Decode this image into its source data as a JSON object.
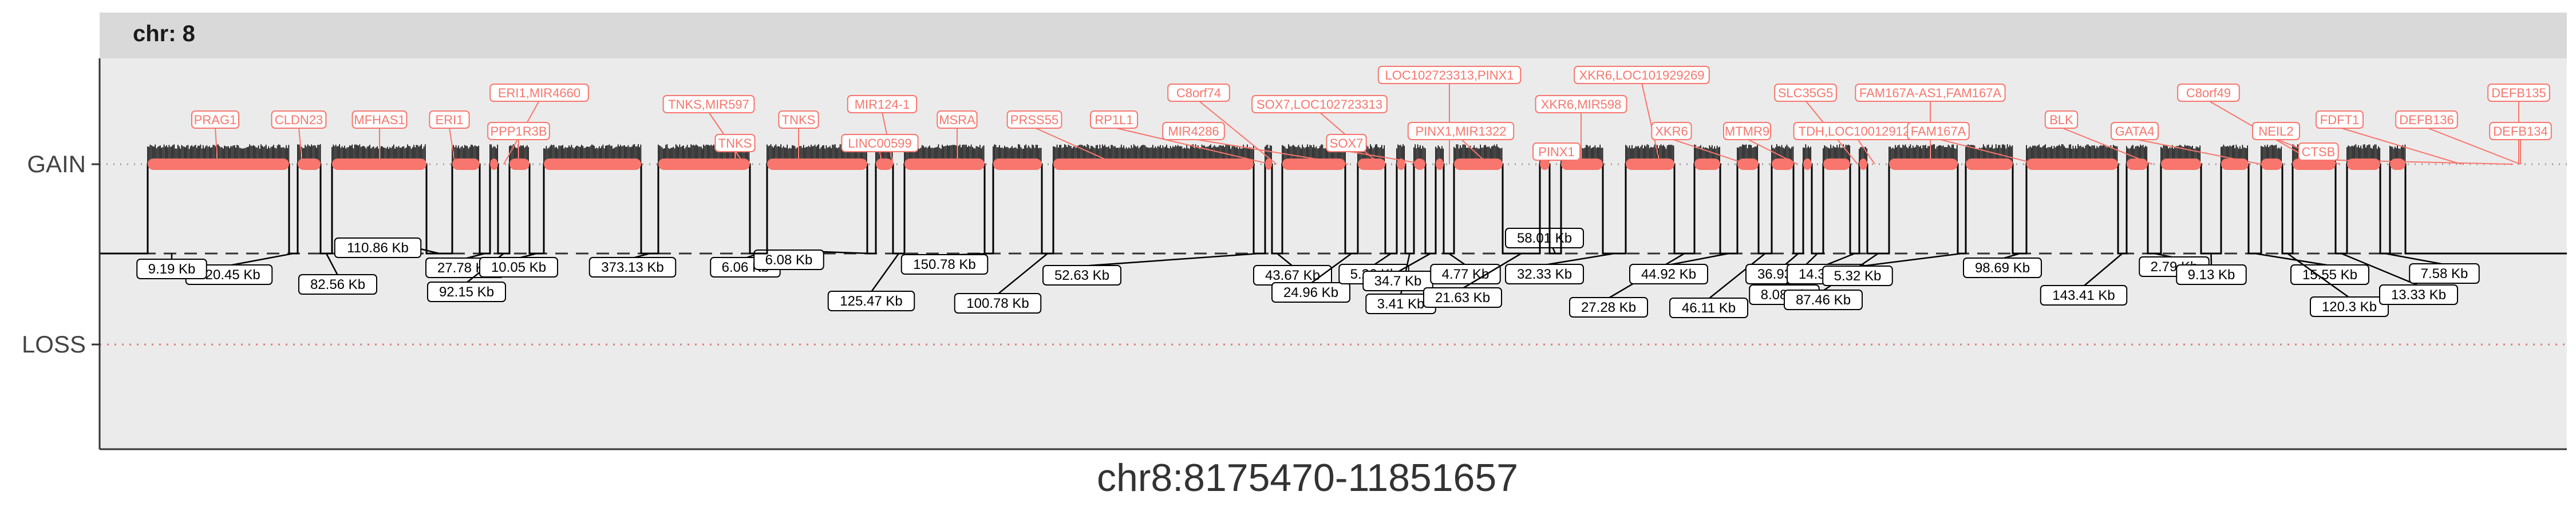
{
  "chart_data": {
    "type": "genome_track",
    "facet_label": "chr: 8",
    "xlabel": "chr8:8175470-11851657",
    "y_levels": [
      "GAIN",
      "LOSS"
    ],
    "grid": true,
    "colors": {
      "gain_bar": "#F8766D",
      "panel_bg": "#EBEBEB",
      "strip_bg": "#D9D9D9",
      "loss_line": "#E07A7A",
      "label_text": "#F8766D",
      "trace": "#000000"
    },
    "gene_labels": [
      {
        "text": "PRAG1",
        "row": 3
      },
      {
        "text": "CLDN23",
        "row": 3
      },
      {
        "text": "MFHAS1",
        "row": 3
      },
      {
        "text": "ERI1",
        "row": 3
      },
      {
        "text": "ERI1,MIR4660",
        "row": 1
      },
      {
        "text": "PPP1R3B",
        "row": 4
      },
      {
        "text": "TNKS,MIR597",
        "row": 2
      },
      {
        "text": "TNKS",
        "row": 5
      },
      {
        "text": "TNKS",
        "row": 3
      },
      {
        "text": "MIR124-1",
        "row": 2
      },
      {
        "text": "LINC00599",
        "row": 5
      },
      {
        "text": "MSRA",
        "row": 3
      },
      {
        "text": "PRSS55",
        "row": 3
      },
      {
        "text": "RP1L1",
        "row": 3
      },
      {
        "text": "C8orf74",
        "row": 1
      },
      {
        "text": "MIR4286",
        "row": 4
      },
      {
        "text": "SOX7,LOC102723313",
        "row": 2
      },
      {
        "text": "SOX7",
        "row": 5
      },
      {
        "text": "LOC102723313,PINX1",
        "row": 0
      },
      {
        "text": "PINX1,MIR1322",
        "row": 4
      },
      {
        "text": "XKR6,MIR598",
        "row": 2
      },
      {
        "text": "PINX1",
        "row": 6
      },
      {
        "text": "XKR6,LOC101929269",
        "row": 0
      },
      {
        "text": "XKR6",
        "row": 4
      },
      {
        "text": "MTMR9",
        "row": 4
      },
      {
        "text": "SLC35G5",
        "row": 1
      },
      {
        "text": "TDH,LOC100129129",
        "row": 4
      },
      {
        "text": "FAM167A-AS1,FAM167A",
        "row": 1
      },
      {
        "text": "FAM167A",
        "row": 4
      },
      {
        "text": "BLK",
        "row": 3
      },
      {
        "text": "GATA4",
        "row": 4
      },
      {
        "text": "C8orf49",
        "row": 1
      },
      {
        "text": "NEIL2",
        "row": 4
      },
      {
        "text": "FDFT1",
        "row": 3
      },
      {
        "text": "CTSB",
        "row": 6
      },
      {
        "text": "DEFB136",
        "row": 3
      },
      {
        "text": "DEFB135",
        "row": 1
      },
      {
        "text": "DEFB134",
        "row": 4
      }
    ],
    "segments": [
      {
        "size": "320.45 Kb"
      },
      {
        "size": "82.56 Kb"
      },
      {
        "size": "110.86 Kb"
      },
      {
        "size": "27.78 Kb"
      },
      {
        "size": "92.15 Kb"
      },
      {
        "size": "10.05 Kb"
      },
      {
        "size": "373.13 Kb"
      },
      {
        "size": "6.06 Kb"
      },
      {
        "size": "6.08 Kb"
      },
      {
        "size": "125.47 Kb"
      },
      {
        "size": "150.78 Kb"
      },
      {
        "size": "100.78 Kb"
      },
      {
        "size": "52.63 Kb"
      },
      {
        "size": "43.67 Kb"
      },
      {
        "size": "24.96 Kb"
      },
      {
        "size": "5.26 Kb"
      },
      {
        "size": "3.41 Kb"
      },
      {
        "size": "34.7 Kb"
      },
      {
        "size": "4.77 Kb"
      },
      {
        "size": "21.63 Kb"
      },
      {
        "size": "58.01 Kb"
      },
      {
        "size": "32.33 Kb"
      },
      {
        "size": "27.28 Kb"
      },
      {
        "size": "44.92 Kb"
      },
      {
        "size": "46.11 Kb"
      },
      {
        "size": "36.93 Kb"
      },
      {
        "size": "8.08 Kb"
      },
      {
        "size": "14.31 Kb"
      },
      {
        "size": "87.46 Kb"
      },
      {
        "size": "5.32 Kb"
      },
      {
        "size": "98.69 Kb"
      },
      {
        "size": "143.41 Kb"
      },
      {
        "size": "2.79 Kb"
      },
      {
        "size": "9.13 Kb"
      },
      {
        "size": "15.55 Kb"
      },
      {
        "size": "120.3 Kb"
      },
      {
        "size": "13.33 Kb"
      },
      {
        "size": "7.58 Kb"
      },
      {
        "size": "9.19 Kb"
      }
    ]
  }
}
